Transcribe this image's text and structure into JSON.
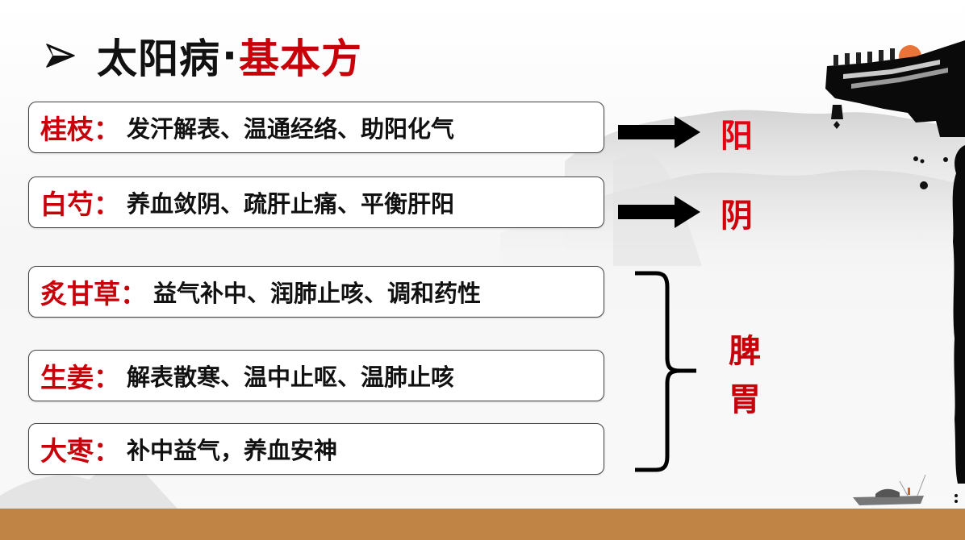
{
  "title": {
    "bullet_icon": "arrowhead-bullet-icon",
    "part1": "太阳病",
    "separator": "·",
    "part2": "基本方"
  },
  "herbs": [
    {
      "name": "桂枝",
      "colon": "：",
      "effects": "发汗解表、温通经络、助阳化气"
    },
    {
      "name": "白芍",
      "colon": "：",
      "effects": "养血敛阴、疏肝止痛、平衡肝阳"
    },
    {
      "name": "炙甘草",
      "colon": "：",
      "effects": "益气补中、润肺止咳、调和药性"
    },
    {
      "name": "生姜",
      "colon": "：",
      "effects": "解表散寒、温中止呕、温肺止咳"
    },
    {
      "name": "大枣",
      "colon": "：",
      "effects": "补中益气，养血安神"
    }
  ],
  "targets": {
    "yang": "阳",
    "yin": "阴",
    "spleen": "脾",
    "stomach": "胃"
  },
  "colors": {
    "accent_red": "#c8000a",
    "bright_red": "#e60012",
    "footer": "#c08445",
    "text": "#111111"
  }
}
